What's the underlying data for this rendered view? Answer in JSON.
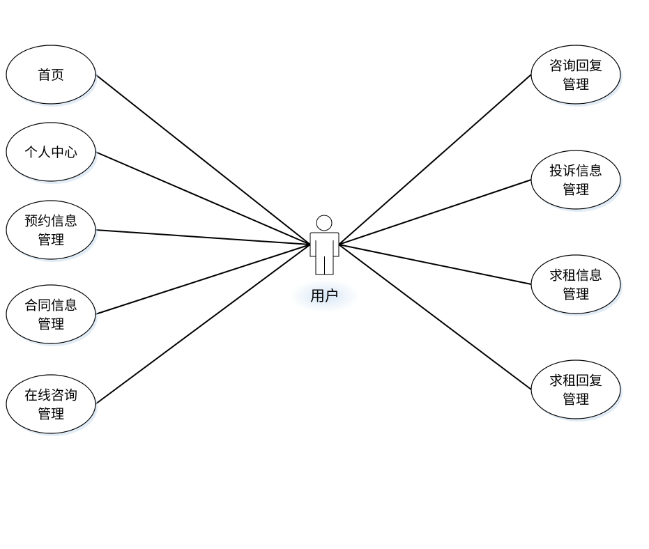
{
  "actor": {
    "label": "用户",
    "icon": "person-icon"
  },
  "use_cases_left": [
    {
      "lines": [
        "首页"
      ]
    },
    {
      "lines": [
        "个人中心"
      ]
    },
    {
      "lines": [
        "预约信息",
        "管理"
      ]
    },
    {
      "lines": [
        "合同信息",
        "管理"
      ]
    },
    {
      "lines": [
        "在线咨询",
        "管理"
      ]
    }
  ],
  "use_cases_right": [
    {
      "lines": [
        "咨询回复",
        "管理"
      ]
    },
    {
      "lines": [
        "投诉信息",
        "管理"
      ]
    },
    {
      "lines": [
        "求租信息",
        "管理"
      ]
    },
    {
      "lines": [
        "求租回复",
        "管理"
      ]
    }
  ],
  "colors": {
    "stroke": "#000000",
    "ellipse_fill": "#ffffff",
    "shadow": "#c9dcef",
    "actor_fill": "#ffffff"
  }
}
